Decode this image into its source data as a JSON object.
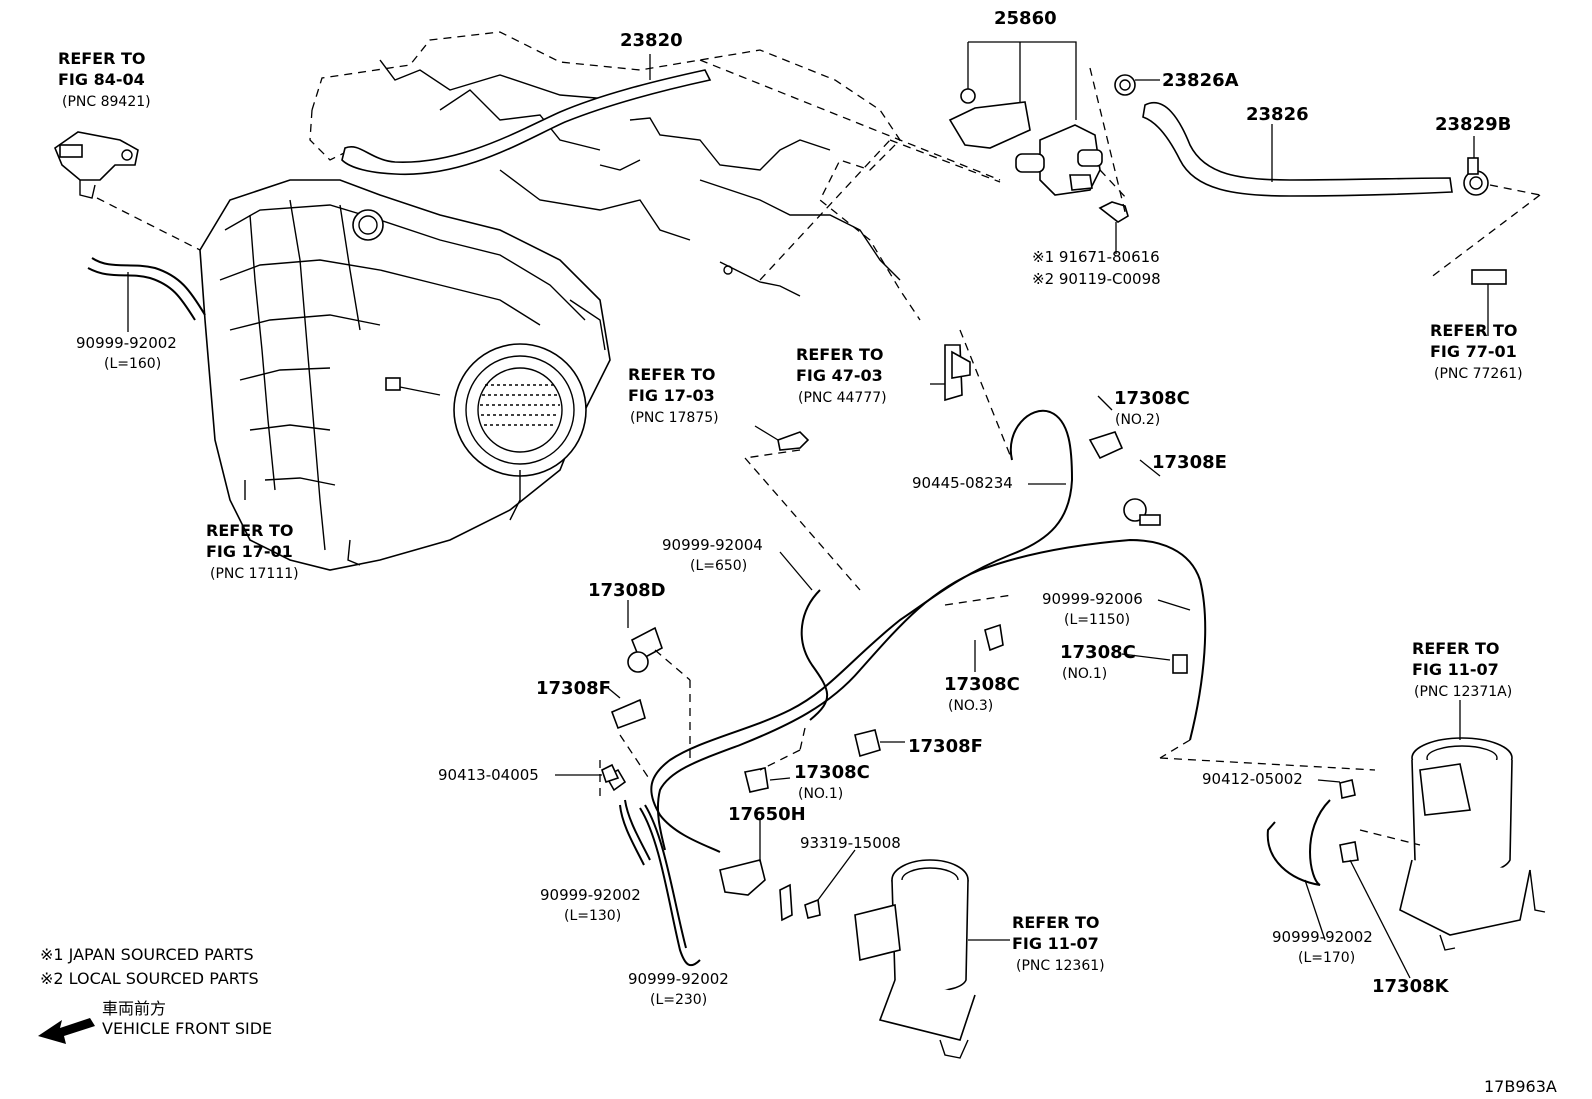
{
  "callouts": {
    "c23820": "23820",
    "c25860": "25860",
    "c23826A": "23826A",
    "c23826": "23826",
    "c23829B": "23829B",
    "c91671": "※1 91671-80616",
    "c90119": "※2 90119-C0098",
    "c17308C_no2": "17308C",
    "no2": "(NO.2)",
    "c17308E": "17308E",
    "c90445": "90445-08234",
    "c90999_92004": "90999-92004",
    "l650": "(L=650)",
    "c90999_92006": "90999-92006",
    "l1150": "(L=1150)",
    "c17308C_no1b": "17308C",
    "no1b": "(NO.1)",
    "c17308C_no3": "17308C",
    "no3": "(NO.3)",
    "c17308D": "17308D",
    "c17308F_a": "17308F",
    "c17308F_b": "17308F",
    "c17308C_no1": "17308C",
    "no1": "(NO.1)",
    "c90413": "90413-04005",
    "c17650H": "17650H",
    "c93319": "93319-15008",
    "c90999_92002_130": "90999-92002",
    "l130": "(L=130)",
    "c90999_92002_230": "90999-92002",
    "l230": "(L=230)",
    "c90999_92002_160": "90999-92002",
    "l160": "(L=160)",
    "c90412": "90412-05002",
    "c90999_92002_170": "90999-92002",
    "l170": "(L=170)",
    "c17308K": "17308K"
  },
  "refers": {
    "r84_04": [
      "REFER TO",
      "FIG 84-04",
      "(PNC 89421)"
    ],
    "r17_01": [
      "REFER TO",
      "FIG 17-01",
      "(PNC 17111)"
    ],
    "r17_03": [
      "REFER TO",
      "FIG 17-03",
      "(PNC 17875)"
    ],
    "r47_03": [
      "REFER TO",
      "FIG 47-03",
      "(PNC 44777)"
    ],
    "r77_01": [
      "REFER TO",
      "FIG 77-01",
      "(PNC 77261)"
    ],
    "r11_07a": [
      "REFER TO",
      "FIG 11-07",
      "(PNC 12371A)"
    ],
    "r11_07b": [
      "REFER TO",
      "FIG 11-07",
      "(PNC 12361)"
    ]
  },
  "notes": {
    "japan": "※1 JAPAN SOURCED PARTS",
    "local": "※2 LOCAL SOURCED PARTS",
    "front_jp": "車両前方",
    "front_en": "VEHICLE FRONT SIDE"
  },
  "figure_id": "17B963A"
}
